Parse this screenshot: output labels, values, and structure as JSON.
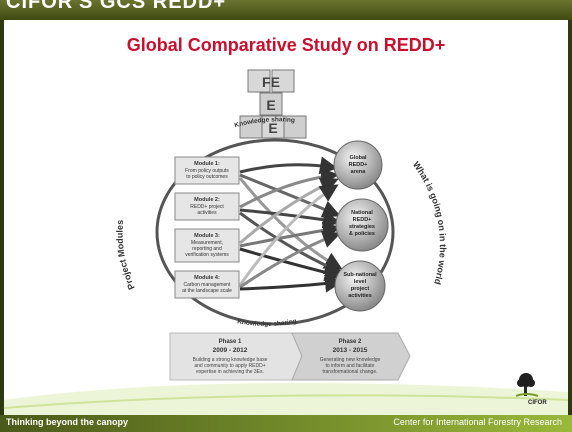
{
  "top_banner": "CIFOR'S GCS REDD+",
  "title": "Global Comparative Study on REDD+",
  "blocks": [
    "FE",
    "E",
    "E"
  ],
  "left_axis_label": "Project Modules",
  "right_axis_label": "What is going on in the world",
  "knowledge_sharing_top": "Knowledge sharing",
  "knowledge_sharing_bottom": "Knowledge sharing",
  "modules": [
    {
      "title": "Module 1:",
      "lines": [
        "From policy outputs",
        "to policy outcomes"
      ]
    },
    {
      "title": "Module 2:",
      "lines": [
        "REDD+ project",
        "activities"
      ]
    },
    {
      "title": "Module 3:",
      "lines": [
        "Measurement,",
        "reporting and",
        "verification systems"
      ]
    },
    {
      "title": "Module 4:",
      "lines": [
        "Carbon management",
        "at the landscape scale"
      ]
    }
  ],
  "levels": [
    {
      "lines": [
        "Global",
        "REDD+",
        "arena"
      ]
    },
    {
      "lines": [
        "National",
        "REDD+",
        "strategies",
        "& policies"
      ]
    },
    {
      "lines": [
        "Sub-national",
        "level",
        "project",
        "activities"
      ]
    }
  ],
  "phases": [
    {
      "name": "Phase 1",
      "years": "2009 - 2012",
      "lines": [
        "Building a strong knowledge base",
        "and community to apply REDD+",
        "expertise in achieving the 3Es."
      ]
    },
    {
      "name": "Phase 2",
      "years": "2013 - 2015",
      "lines": [
        "Generating new knowledge",
        "to inform and facilitate",
        "transformational change."
      ]
    }
  ],
  "logo_text": "CIFOR",
  "footer_left": "Thinking beyond the canopy",
  "footer_right": "Center for International Forestry Research",
  "colors": {
    "title": "#c8102e",
    "band": "#3f4a12",
    "footer": "#6e8a24"
  }
}
